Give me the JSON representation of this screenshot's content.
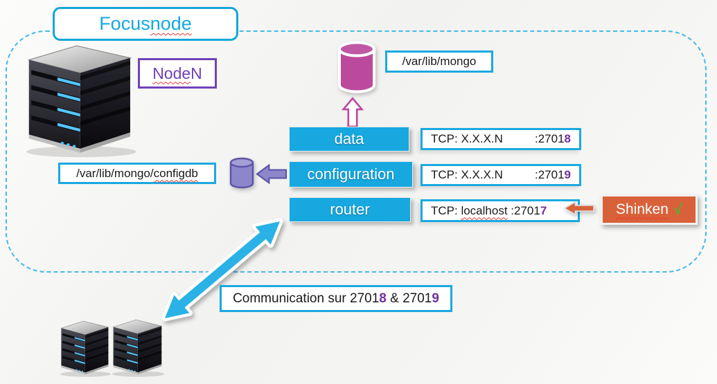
{
  "title": {
    "part1": "Focus ",
    "part2": "node"
  },
  "node_label": {
    "name": "Node",
    "suffix": " N"
  },
  "db_path": "/var/lib/mongo",
  "configdb_path": {
    "part1": "/var/lib/mongo/",
    "part2": "configdb"
  },
  "services": {
    "data": "data",
    "configuration": "configuration",
    "router": "router"
  },
  "ports": [
    {
      "prefix": "TCP: X.X.X.N",
      "port_base": ":2701",
      "digit": "8"
    },
    {
      "prefix": "TCP: X.X.X.N",
      "port_base": ":2701",
      "digit": "9"
    },
    {
      "p1": "TCP: ",
      "host": "localhost",
      "port_base": " :2701",
      "digit": "7"
    }
  ],
  "shinken": {
    "label": "Shinken",
    "check": "√"
  },
  "communication": {
    "p1": "Communication sur 2701",
    "d1": "8",
    "p2": " & 2701",
    "d2": "9"
  },
  "icons": {
    "server-tower-icon": "3d black server tower with blue LEDs (svg shape)",
    "database-cylinder-icon": "magenta database cylinder (svg shape)",
    "configdb-cylinder-icon": "small violet database cylinder (svg shape)",
    "up-block-arrow-icon": "hollow magenta block arrow pointing up (svg shape)",
    "left-block-arrow-icon": "violet block arrow pointing left (svg shape)",
    "shinken-arrow-icon": "orange block arrow pointing left (svg shape)",
    "sync-double-arrow-icon": "large cyan diagonal double-headed arrow (svg shape)"
  },
  "colors": {
    "accent_cyan": "#1aa9e1",
    "cyan_fill": "#17a8e0",
    "accent_magenta": "#bc4a9c",
    "accent_violet": "#8d86cb",
    "violet_stroke": "#5d54a7",
    "purple_text": "#6f42b8",
    "port_digit_purple": "#7030a0",
    "orange": "#d96139",
    "check_green": "#53b032",
    "dashed_border": "#45b9e6"
  }
}
